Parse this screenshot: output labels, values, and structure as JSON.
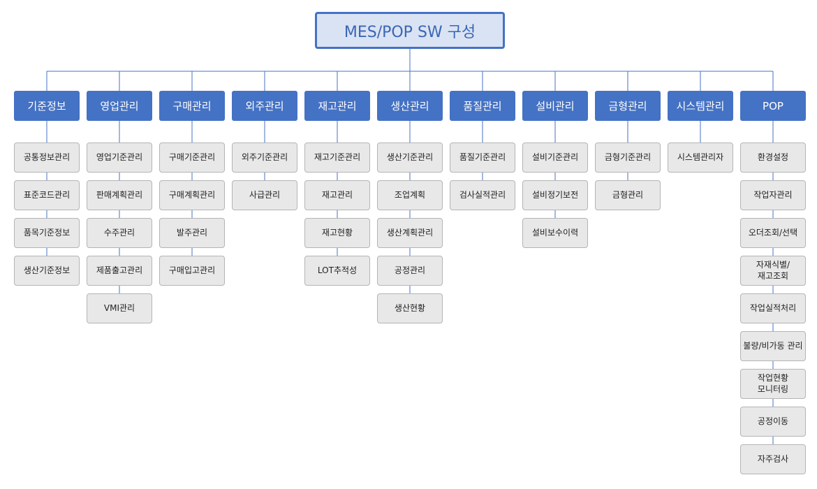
{
  "diagram": {
    "root": "MES/POP  SW 구성",
    "columns": [
      {
        "header": "기준정보",
        "items": [
          "공통정보관리",
          "표준코드관리",
          "품목기준정보",
          "생산기준정보"
        ]
      },
      {
        "header": "영업관리",
        "items": [
          "영업기준관리",
          "판매계획관리",
          "수주관리",
          "제품출고관리",
          "VMI관리"
        ]
      },
      {
        "header": "구매관리",
        "items": [
          "구매기준관리",
          "구매계획관리",
          "발주관리",
          "구매입고관리"
        ]
      },
      {
        "header": "외주관리",
        "items": [
          "외주기준관리",
          "사급관리"
        ]
      },
      {
        "header": "재고관리",
        "items": [
          "재고기준관리",
          "재고관리",
          "재고현황",
          "LOT추적성"
        ]
      },
      {
        "header": "생산관리",
        "items": [
          "생산기준관리",
          "조업계획",
          "생산계획관리",
          "공정관리",
          "생산현황"
        ]
      },
      {
        "header": "품질관리",
        "items": [
          "품질기준관리",
          "검사실적관리"
        ]
      },
      {
        "header": "설비관리",
        "items": [
          "설비기준관리",
          "설비정기보전",
          "설비보수이력"
        ]
      },
      {
        "header": "금형관리",
        "items": [
          "금형기준관리",
          "금형관리"
        ]
      },
      {
        "header": "시스템관리",
        "items": [
          "시스템관리자"
        ]
      },
      {
        "header": "POP",
        "items": [
          "환경설정",
          "작업자관리",
          "오더조회/선택",
          "자재식별/\n재고조회",
          "작업실적처리",
          "불량/비가동 관리",
          "작업현황\n모니터링",
          "공정이동",
          "자주검사"
        ]
      }
    ],
    "colors": {
      "header": "#4472c4",
      "root_fill": "#dae3f3",
      "item_fill": "#e8e8e8",
      "line": "#4472c4"
    }
  }
}
